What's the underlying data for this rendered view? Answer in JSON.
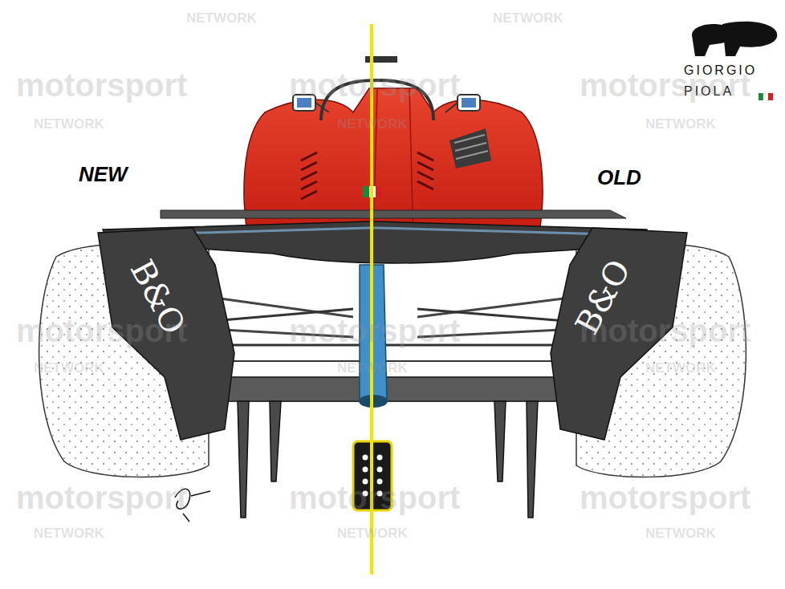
{
  "diagram": {
    "labels": [
      "NEW",
      "OLD",
      "GIORGIO",
      "PIOLA",
      "B&O",
      "B&O",
      "NETWORK",
      "NETWORK",
      "motorsport",
      "motorsport",
      "motorsport",
      "NETWORK",
      "NETWORK",
      "NETWORK",
      "motorsport",
      "motorsport",
      "motorsport",
      "NETWORK",
      "NETWORK",
      "NETWORK",
      "motorsport",
      "motorsport",
      "motorsport",
      "NETWORK",
      "NETWORK",
      "NETWORK"
    ]
  }
}
